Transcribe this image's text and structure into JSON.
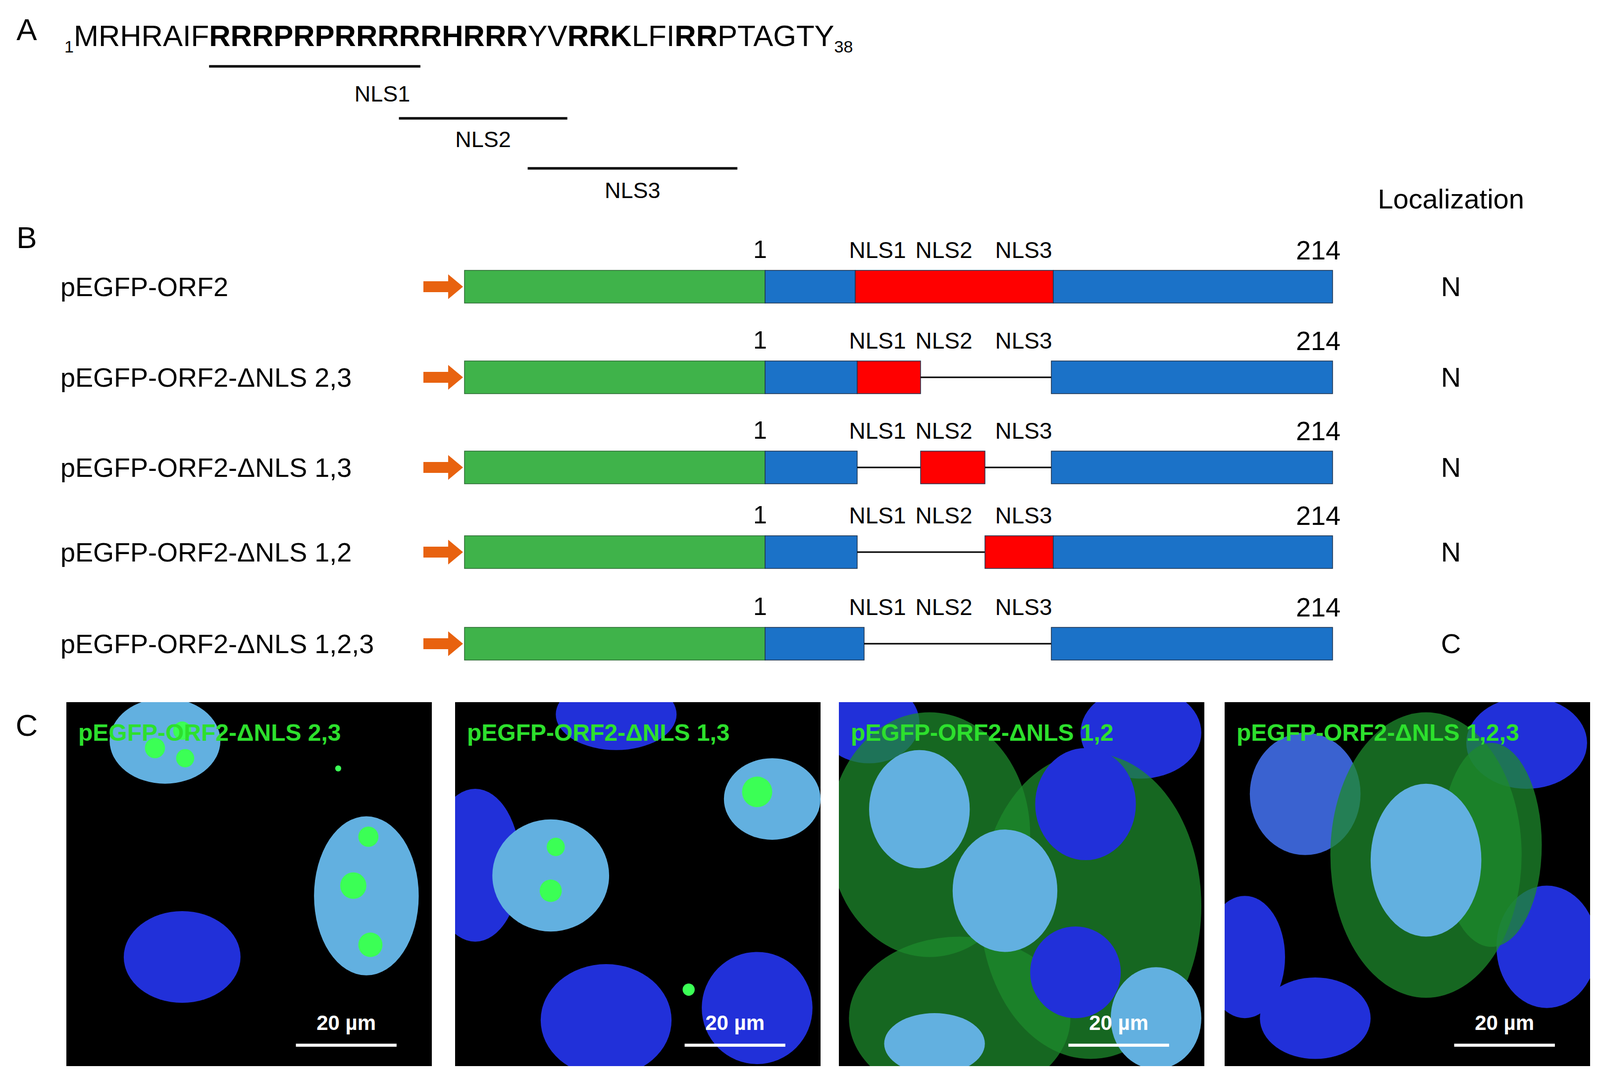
{
  "diagram": {
    "nodes": [
      {
        "text": [
          "pEGFP-ORF2-ΔNLS 2,3",
          "20 µm"
        ]
      },
      {
        "text": [
          "pEGFP-ORF2-ΔNLS 1,3",
          "20 µm"
        ]
      },
      {
        "text": [
          "pEGFP-ORF2-ΔNLS 1,2",
          "20 µm"
        ]
      },
      {
        "text": [
          "pEGFP-ORF2-ΔNLS 1,2,3",
          "20 µm"
        ]
      }
    ],
    "labels": [
      "A",
      "1",
      "MRHRAIF",
      "RRRPRPRRRRRHRRR",
      "YV",
      "RRK",
      "LFI",
      "RR",
      "PTAGTY",
      "38",
      "NLS1",
      "NLS2",
      "NLS3",
      "B",
      "Localization",
      "pEGFP-ORF2",
      "1",
      "NLS1",
      "NLS2",
      "NLS3",
      "214",
      "N",
      "pEGFP-ORF2-ΔNLS 2,3",
      "1",
      "NLS1",
      "NLS2",
      "NLS3",
      "214",
      "N",
      "pEGFP-ORF2-ΔNLS 1,3",
      "1",
      "NLS1",
      "NLS2",
      "NLS3",
      "214",
      "N",
      "pEGFP-ORF2-ΔNLS 1,2",
      "1",
      "NLS1",
      "NLS2",
      "NLS3",
      "214",
      "N",
      "pEGFP-ORF2-ΔNLS 1,2,3",
      "1",
      "NLS1",
      "NLS2",
      "NLS3",
      "214",
      "C",
      "C"
    ]
  }
}
